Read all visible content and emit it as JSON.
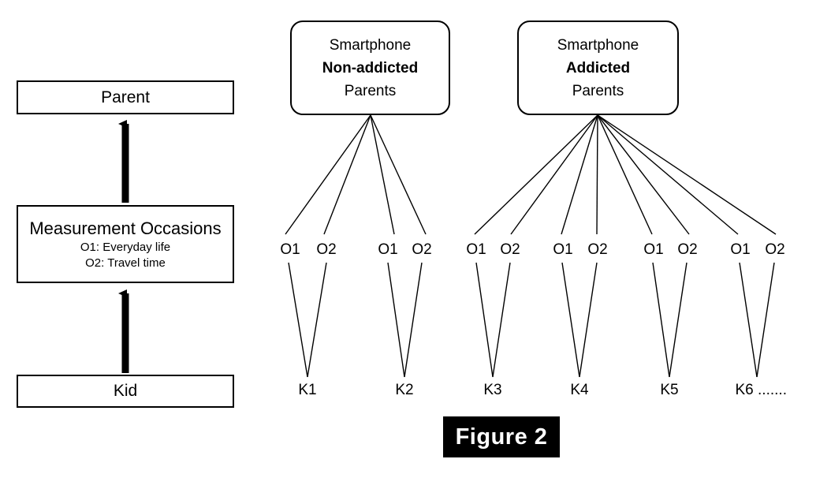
{
  "figure": {
    "caption": "Figure 2",
    "caption_bg": "#000000",
    "caption_fg": "#ffffff"
  },
  "legend": {
    "top_box": {
      "label": "Parent"
    },
    "middle_box": {
      "title": "Measurement Occasions",
      "lines": [
        "O1: Everyday life",
        "O2: Travel time"
      ]
    },
    "bottom_box": {
      "label": "Kid"
    },
    "arrow_up_1": "arrow-up-icon",
    "arrow_up_2": "arrow-up-icon"
  },
  "groups": [
    {
      "id": "non-addicted",
      "header_lines": [
        {
          "text": "Smartphone",
          "bold": false
        },
        {
          "text": "Non-addicted",
          "bold": true
        },
        {
          "text": "Parents",
          "bold": false
        }
      ],
      "kids": [
        {
          "kid": "K1",
          "occasions": [
            "O1",
            "O2"
          ]
        },
        {
          "kid": "K2",
          "occasions": [
            "O1",
            "O2"
          ]
        }
      ]
    },
    {
      "id": "addicted",
      "header_lines": [
        {
          "text": "Smartphone",
          "bold": false
        },
        {
          "text": "Addicted",
          "bold": true
        },
        {
          "text": "Parents",
          "bold": false
        }
      ],
      "kids": [
        {
          "kid": "K3",
          "occasions": [
            "O1",
            "O2"
          ]
        },
        {
          "kid": "K4",
          "occasions": [
            "O1",
            "O2"
          ]
        },
        {
          "kid": "K5",
          "occasions": [
            "O1",
            "O2"
          ]
        },
        {
          "kid": "K6 .......",
          "occasions": [
            "O1",
            "O2"
          ]
        }
      ]
    }
  ],
  "occasion_labels": {
    "g0_p0_o1": "O1",
    "g0_p0_o2": "O2",
    "g0_p1_o1": "O1",
    "g0_p1_o2": "O2",
    "g1_p0_o1": "O1",
    "g1_p0_o2": "O2",
    "g1_p1_o1": "O1",
    "g1_p1_o2": "O2",
    "g1_p2_o1": "O1",
    "g1_p2_o2": "O2",
    "g1_p3_o1": "O1",
    "g1_p3_o2": "O2"
  },
  "kid_labels": {
    "k1": "K1",
    "k2": "K2",
    "k3": "K3",
    "k4": "K4",
    "k5": "K5",
    "k6": "K6 ......."
  },
  "colors": {
    "stroke": "#000000",
    "background": "#ffffff"
  }
}
